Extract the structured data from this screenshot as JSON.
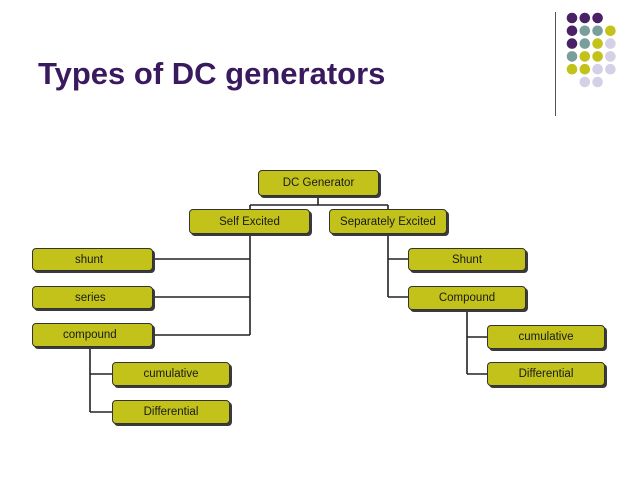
{
  "slide": {
    "title": "Types of DC generators"
  },
  "colors": {
    "title": "#3a1a5e",
    "node_fill": "#c2c21a",
    "dot_purple": "#4b2166",
    "dot_teal": "#7a9e9c",
    "dot_olive": "#c2c21a",
    "dot_lavender": "#d4d1e6"
  },
  "decoration": {
    "dot_grid": [
      [
        "purple",
        "purple",
        "purple",
        "none"
      ],
      [
        "purple",
        "teal",
        "teal",
        "olive"
      ],
      [
        "purple",
        "teal",
        "olive",
        "lavender"
      ],
      [
        "teal",
        "olive",
        "olive",
        "lavender"
      ],
      [
        "olive",
        "olive",
        "lavender",
        "lavender"
      ],
      [
        "none",
        "lavender",
        "lavender",
        "none"
      ]
    ]
  },
  "diagram": {
    "root": "DC Generator",
    "self_excited": {
      "label": "Self Excited",
      "shunt": "shunt",
      "series": "series",
      "compound": "compound",
      "cumulative": "cumulative",
      "differential": "Differential"
    },
    "separately_excited": {
      "label": "Separately Excited",
      "shunt": "Shunt",
      "compound": "Compound",
      "cumulative": "cumulative",
      "differential": "Differential"
    }
  }
}
